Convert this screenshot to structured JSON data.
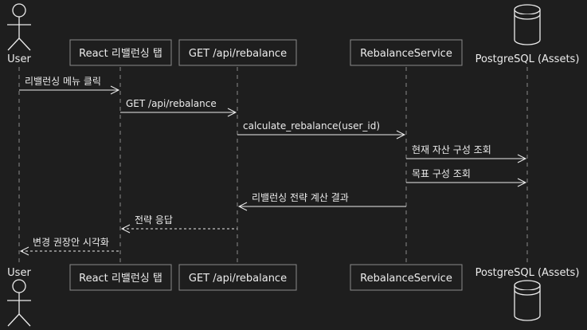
{
  "participants": [
    {
      "id": "user",
      "label": "User",
      "kind": "actor"
    },
    {
      "id": "react",
      "label": "React 리밸런싱 탭",
      "kind": "box"
    },
    {
      "id": "api",
      "label": "GET /api/rebalance",
      "kind": "box"
    },
    {
      "id": "service",
      "label": "RebalanceService",
      "kind": "box"
    },
    {
      "id": "db",
      "label": "PostgreSQL (Assets)",
      "kind": "database"
    }
  ],
  "messages": [
    {
      "from": "user",
      "to": "react",
      "text": "리밸런싱 메뉴 클릭",
      "style": "solid"
    },
    {
      "from": "react",
      "to": "api",
      "text": "GET /api/rebalance",
      "style": "solid"
    },
    {
      "from": "api",
      "to": "service",
      "text": "calculate_rebalance(user_id)",
      "style": "solid"
    },
    {
      "from": "service",
      "to": "db",
      "text": "현재 자산 구성 조회",
      "style": "solid"
    },
    {
      "from": "service",
      "to": "db",
      "text": "목표 구성 조회",
      "style": "solid"
    },
    {
      "from": "service",
      "to": "api",
      "text": "리밸런싱 전략 계산 결과",
      "style": "solid"
    },
    {
      "from": "api",
      "to": "react",
      "text": "전략 응답",
      "style": "dashed"
    },
    {
      "from": "react",
      "to": "user",
      "text": "변경 권장안 시각화",
      "style": "dashed"
    }
  ],
  "colors": {
    "background": "#1e1e1e",
    "foreground": "#ececec",
    "border": "#8a8a8a"
  }
}
